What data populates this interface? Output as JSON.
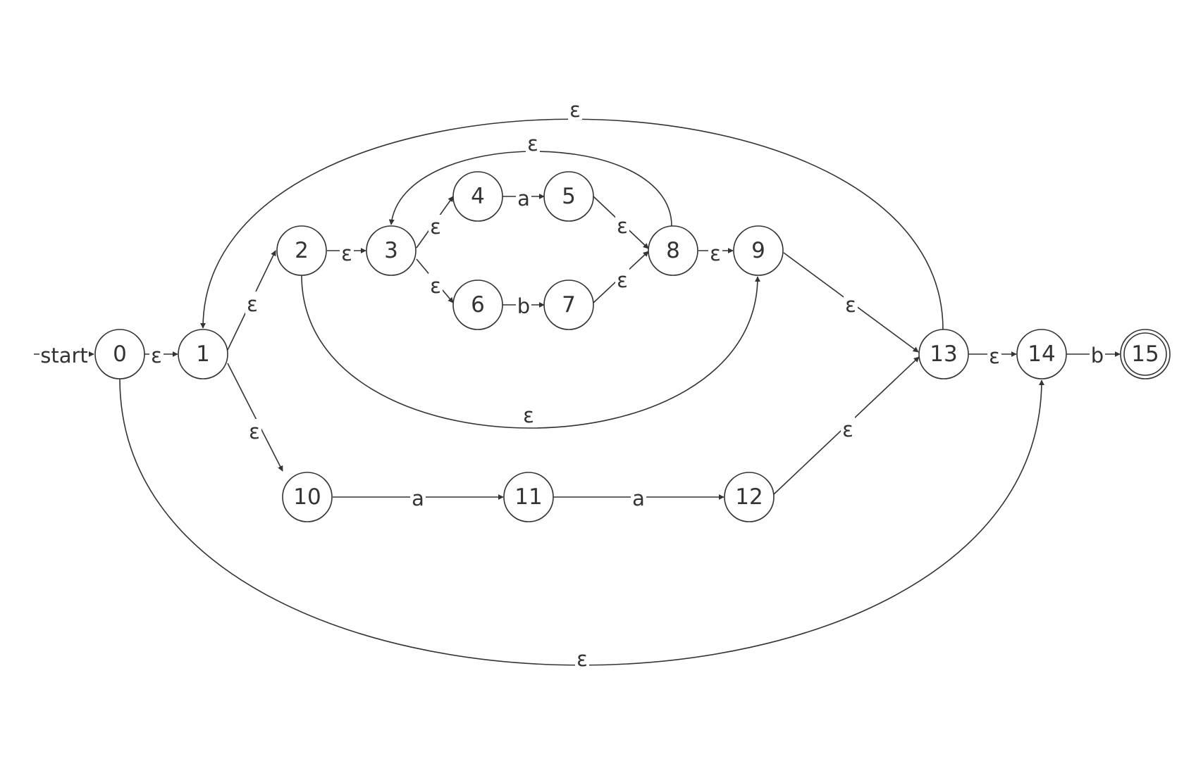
{
  "diagram": {
    "start_label": "start",
    "accept_states": [
      "15"
    ],
    "states": [
      "0",
      "1",
      "2",
      "3",
      "4",
      "5",
      "6",
      "7",
      "8",
      "9",
      "10",
      "11",
      "12",
      "13",
      "14",
      "15"
    ],
    "transitions": [
      {
        "from": "0",
        "to": "1",
        "label": "ε"
      },
      {
        "from": "1",
        "to": "2",
        "label": "ε"
      },
      {
        "from": "1",
        "to": "10",
        "label": "ε"
      },
      {
        "from": "2",
        "to": "3",
        "label": "ε"
      },
      {
        "from": "3",
        "to": "4",
        "label": "ε"
      },
      {
        "from": "3",
        "to": "6",
        "label": "ε"
      },
      {
        "from": "4",
        "to": "5",
        "label": "a"
      },
      {
        "from": "6",
        "to": "7",
        "label": "b"
      },
      {
        "from": "5",
        "to": "8",
        "label": "ε"
      },
      {
        "from": "7",
        "to": "8",
        "label": "ε"
      },
      {
        "from": "8",
        "to": "3",
        "label": "ε"
      },
      {
        "from": "8",
        "to": "9",
        "label": "ε"
      },
      {
        "from": "2",
        "to": "9",
        "label": "ε"
      },
      {
        "from": "9",
        "to": "13",
        "label": "ε"
      },
      {
        "from": "10",
        "to": "11",
        "label": "a"
      },
      {
        "from": "11",
        "to": "12",
        "label": "a"
      },
      {
        "from": "12",
        "to": "13",
        "label": "ε"
      },
      {
        "from": "13",
        "to": "1",
        "label": "ε"
      },
      {
        "from": "13",
        "to": "14",
        "label": "ε"
      },
      {
        "from": "0",
        "to": "14",
        "label": "ε"
      },
      {
        "from": "14",
        "to": "15",
        "label": "b"
      }
    ]
  }
}
